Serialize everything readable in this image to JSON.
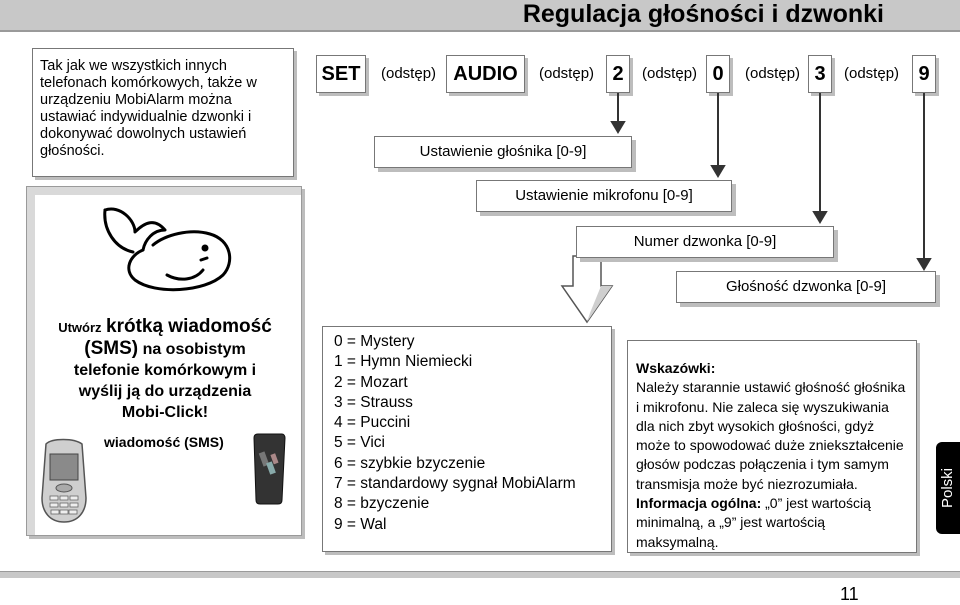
{
  "title": "Regulacja głośności i dzwonki",
  "intro": "Tak jak we wszystkich innych telefonach komórkowych, także w urządzeniu MobiAlarm można ustawiać indywidualnie dzwonki i dokonywać dowolnych ustawień głośności.",
  "command": {
    "set": "SET",
    "audio": "AUDIO",
    "space": "(odstęp)",
    "d1": "2",
    "d2": "0",
    "d3": "3",
    "d4": "9"
  },
  "labels": {
    "speaker": "Ustawienie głośnika [0-9]",
    "mic": "Ustawienie mikrofonu [0-9]",
    "ringtone_number": "Numer dzwonka [0-9]",
    "ringtone_volume": "Głośność dzwonka [0-9]"
  },
  "sms": {
    "line1a": "Utwórz",
    "line1b": "krótką wiadomość",
    "line2a": "(SMS)",
    "line2b": "na osobistym",
    "line3": "telefonie komórkowym i",
    "line4": "wyślij ją do urządzenia",
    "line5": "Mobi-Click!",
    "label": "wiadomość (SMS)"
  },
  "ringtones": [
    "0 = Mystery",
    "1 = Hymn Niemiecki",
    "2 = Mozart",
    "3 = Strauss",
    "4 = Puccini",
    "5 = Vici",
    "6 = szybkie bzyczenie",
    "7 = standardowy sygnał MobiAlarm",
    "8 = bzyczenie",
    "9 = Wal"
  ],
  "hints": {
    "heading": "Wskazówki:",
    "body": "Należy starannie ustawić głośność głośnika i mikrofonu. Nie zaleca się wyszukiwania dla nich zbyt wysokich głośności, gdyż może to spowodować duże zniekształcenie głosów podczas połączenia i tym samym transmisja może być niezrozumiała.",
    "info_label": "Informacja ogólna:",
    "info_body": "„0” jest wartością minimalną, a „9” jest wartością maksymalną."
  },
  "language_tab": "Polski",
  "page_number": "11"
}
